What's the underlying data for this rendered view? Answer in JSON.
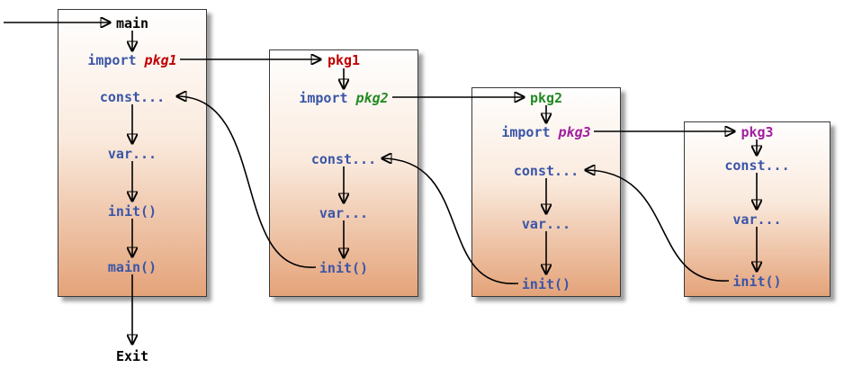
{
  "colors": {
    "code_blue": "#3a55a8",
    "title_black": "#000000",
    "pkg1_red": "#c00000",
    "pkg2_green": "#228b22",
    "pkg3_purple": "#a020a0",
    "box_gradient_top": "#ffffff",
    "box_gradient_bottom": "#e4a379"
  },
  "diagram": {
    "exit_label": "Exit",
    "boxes": [
      {
        "id": "main",
        "title": "main",
        "title_color": "#000000",
        "import_keyword": "import",
        "import_pkg": "pkg1",
        "import_pkg_color": "#c00000",
        "items": [
          "const...",
          "var...",
          "init()",
          "main()"
        ]
      },
      {
        "id": "pkg1",
        "title": "pkg1",
        "title_color": "#c00000",
        "import_keyword": "import",
        "import_pkg": "pkg2",
        "import_pkg_color": "#228b22",
        "items": [
          "const...",
          "var...",
          "init()"
        ]
      },
      {
        "id": "pkg2",
        "title": "pkg2",
        "title_color": "#228b22",
        "import_keyword": "import",
        "import_pkg": "pkg3",
        "import_pkg_color": "#a020a0",
        "items": [
          "const...",
          "var...",
          "init()"
        ]
      },
      {
        "id": "pkg3",
        "title": "pkg3",
        "title_color": "#a020a0",
        "items": [
          "const...",
          "var...",
          "init()"
        ]
      }
    ]
  }
}
